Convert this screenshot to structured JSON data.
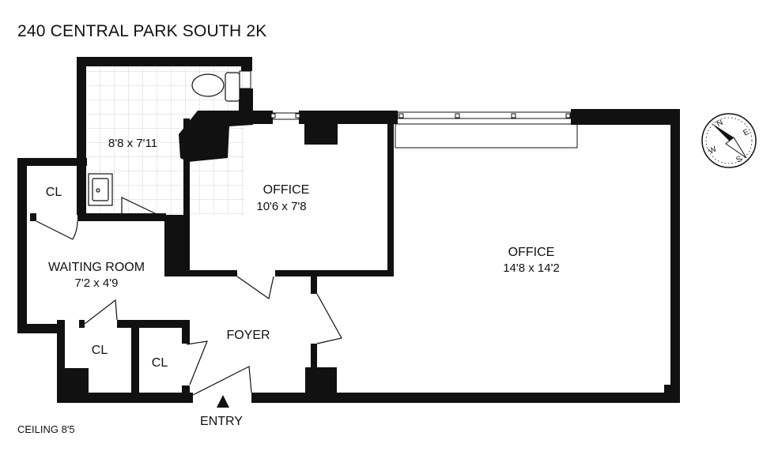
{
  "title": "240 CENTRAL PARK SOUTH 2K",
  "ceiling": "CEILING 8'5",
  "rooms": {
    "bath_dims": "8'8 x 7'11",
    "office_small_name": "OFFICE",
    "office_small_dims": "10'6 x 7'8",
    "office_large_name": "OFFICE",
    "office_large_dims": "14'8 x 14'2",
    "waiting_name": "WAITING ROOM",
    "waiting_dims": "7'2 x 4'9",
    "foyer": "FOYER",
    "closet_top": "CL",
    "closet_bottom_left": "CL",
    "closet_bottom_right": "CL"
  },
  "entry": "ENTRY",
  "compass": {
    "n": "N",
    "e": "E",
    "s": "S",
    "w": "W"
  },
  "colors": {
    "wall": "#111111",
    "tile": "#d8d8d8",
    "background": "#ffffff"
  }
}
